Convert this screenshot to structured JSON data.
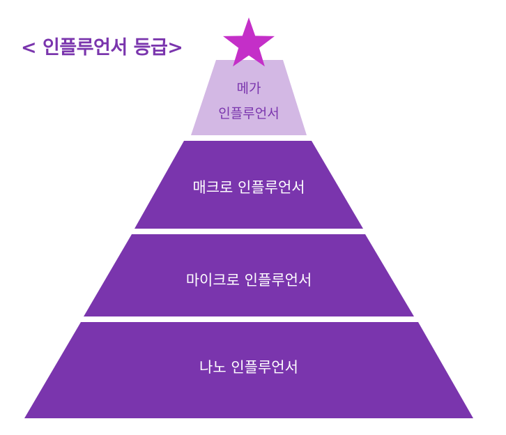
{
  "title": "< 인플루언서 등급>",
  "tiers": [
    {
      "lines": [
        "메가",
        "인플루언서"
      ],
      "fill": "#d3b8e4",
      "text_color": "#7a35ad"
    },
    {
      "lines": [
        "매크로 인플루언서"
      ],
      "fill": "#7a35ad",
      "text_color": "#ffffff"
    },
    {
      "lines": [
        "마이크로 인플루언서"
      ],
      "fill": "#7a35ad",
      "text_color": "#ffffff"
    },
    {
      "lines": [
        "나노 인플루언서"
      ],
      "fill": "#7a35ad",
      "text_color": "#ffffff"
    }
  ],
  "star_color": "#c42fc8"
}
